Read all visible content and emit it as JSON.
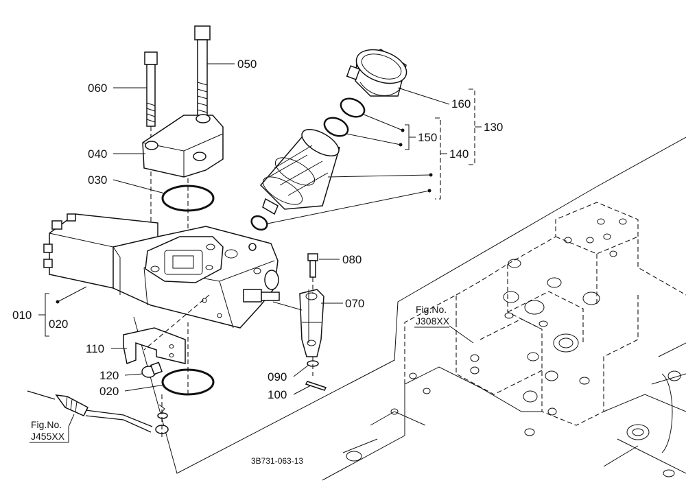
{
  "parts": {
    "p010": "010",
    "p020a": "020",
    "p020b": "020",
    "p030": "030",
    "p040": "040",
    "p050": "050",
    "p060": "060",
    "p070": "070",
    "p080": "080",
    "p090": "090",
    "p100": "100",
    "p110": "110",
    "p120": "120",
    "p130": "130",
    "p140": "140",
    "p150": "150",
    "p160": "160"
  },
  "references": {
    "fig_right_line1": "Fig.No.",
    "fig_right_line2": "J308XX",
    "fig_left_line1": "Fig.No.",
    "fig_left_line2": "J455XX"
  },
  "drawing_number": "3B731-063-13"
}
